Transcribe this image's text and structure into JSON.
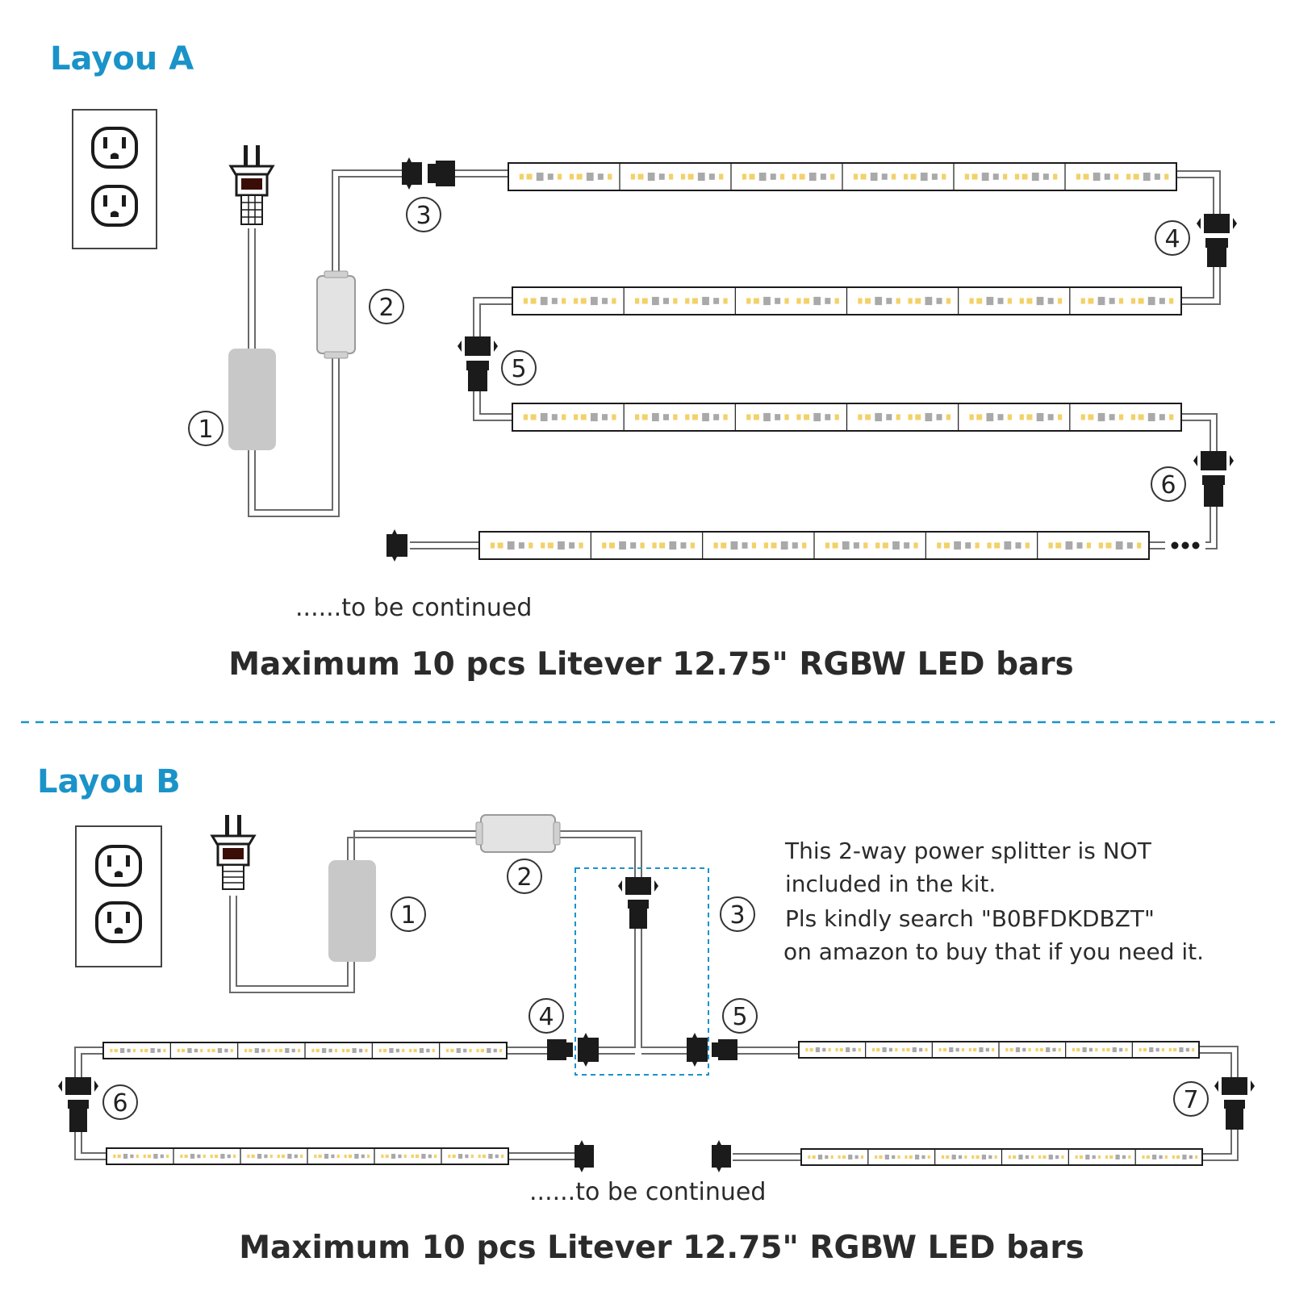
{
  "colors": {
    "accent": "#1a93c9",
    "text": "#2b2b2b",
    "connector": "#1b1b1b",
    "module": "#c9c9c9",
    "led_warm": "#f3d16a",
    "led_gray": "#a9a9a9"
  },
  "layout_a": {
    "title": "Layou A",
    "continued": "......to be continued",
    "caption": "Maximum 10 pcs Litever 12.75\" RGBW LED bars",
    "labels": [
      "1",
      "2",
      "3",
      "4",
      "5",
      "6"
    ]
  },
  "layout_b": {
    "title": "Layou B",
    "continued": "......to be continued",
    "caption": "Maximum 10 pcs Litever 12.75\" RGBW LED bars",
    "labels": [
      "1",
      "2",
      "3",
      "4",
      "5",
      "6",
      "7"
    ],
    "note": [
      "This 2-way power splitter is NOT",
      "included in the kit.",
      "Pls kindly search \"B0BFDKDBZT\"",
      "on amazon to buy that if you need it."
    ]
  },
  "icons": [
    "wall-outlet-icon",
    "power-plug-icon",
    "power-adapter-icon",
    "controller-icon",
    "connector-icon",
    "led-bar-icon",
    "splitter-icon"
  ]
}
